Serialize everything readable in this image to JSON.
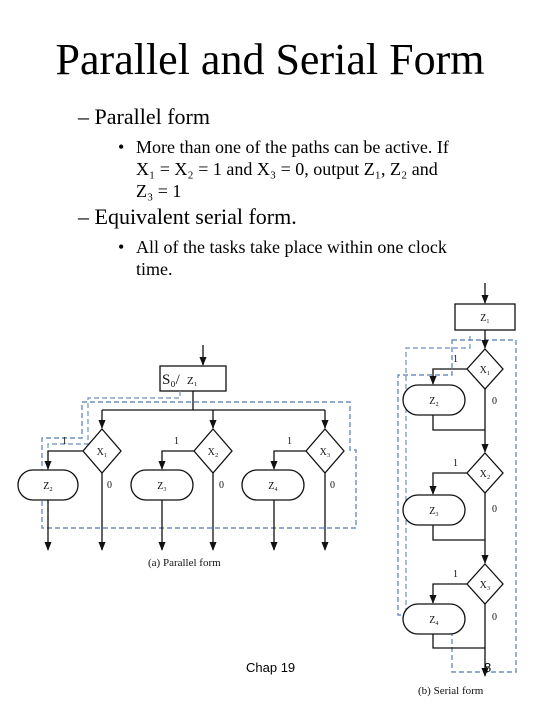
{
  "slide": {
    "title": "Parallel and Serial Form",
    "bullets": [
      {
        "dash": "–",
        "text": "Parallel form"
      },
      {
        "dash": "–",
        "text": "Equivalent serial form."
      }
    ],
    "sub_bullet_1": {
      "dot": "•",
      "lines": [
        "More than one of the paths can be active. If",
        "X₁ = X₂ = 1 and X₃ = 0, output Z₁, Z₂ and",
        "Z₃ = 1"
      ]
    },
    "sub_bullet_2": {
      "dot": "•",
      "lines": [
        "All of the tasks take place within one clock",
        "time."
      ]
    },
    "footer_left": "Chap 19",
    "footer_page": "8"
  },
  "parallel_form": {
    "state_box": {
      "state": "S₀/",
      "output": "Z₁"
    },
    "decisions": [
      "X₁",
      "X₂",
      "X₃"
    ],
    "outputs": [
      "Z₂",
      "Z₃",
      "Z₄"
    ],
    "branch_true": "1",
    "branch_false": "0",
    "caption": "(a) Parallel form"
  },
  "serial_form": {
    "state_box": {
      "output": "Z₁"
    },
    "decisions": [
      "X₁",
      "X₂",
      "X₃"
    ],
    "outputs": [
      "Z₂",
      "Z₃",
      "Z₄"
    ],
    "branch_true": "1",
    "branch_false": "0",
    "caption": "(b) Serial form"
  },
  "colors": {
    "dashed_link": "#6e8fc4",
    "ink": "#111111"
  }
}
